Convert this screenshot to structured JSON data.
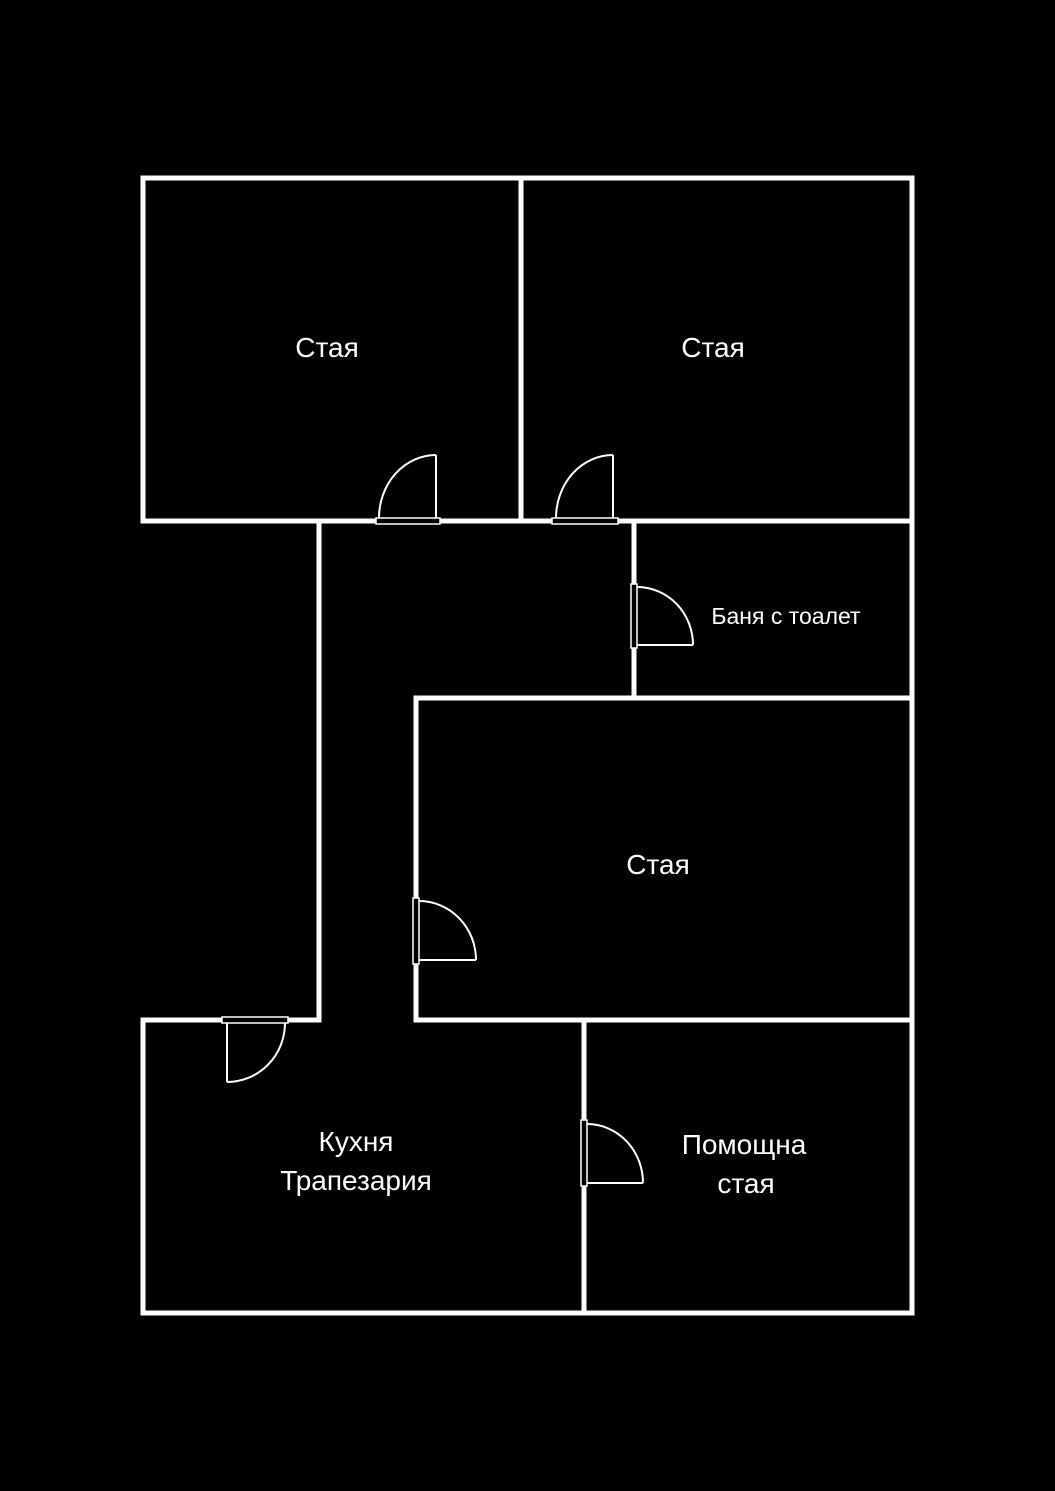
{
  "plan": {
    "background_color": "#000000",
    "line_color": "#ffffff",
    "rooms": [
      {
        "id": "room-top-left",
        "label": "Стая"
      },
      {
        "id": "room-top-right",
        "label": "Стая"
      },
      {
        "id": "bathroom",
        "label": "Баня с тоалет"
      },
      {
        "id": "room-middle",
        "label": "Стая"
      },
      {
        "id": "kitchen",
        "label_line1": "Кухня",
        "label_line2": "Трапезария"
      },
      {
        "id": "utility-room",
        "label_line1": "Помощна",
        "label_line2": "стая"
      }
    ],
    "door_count": 6
  }
}
